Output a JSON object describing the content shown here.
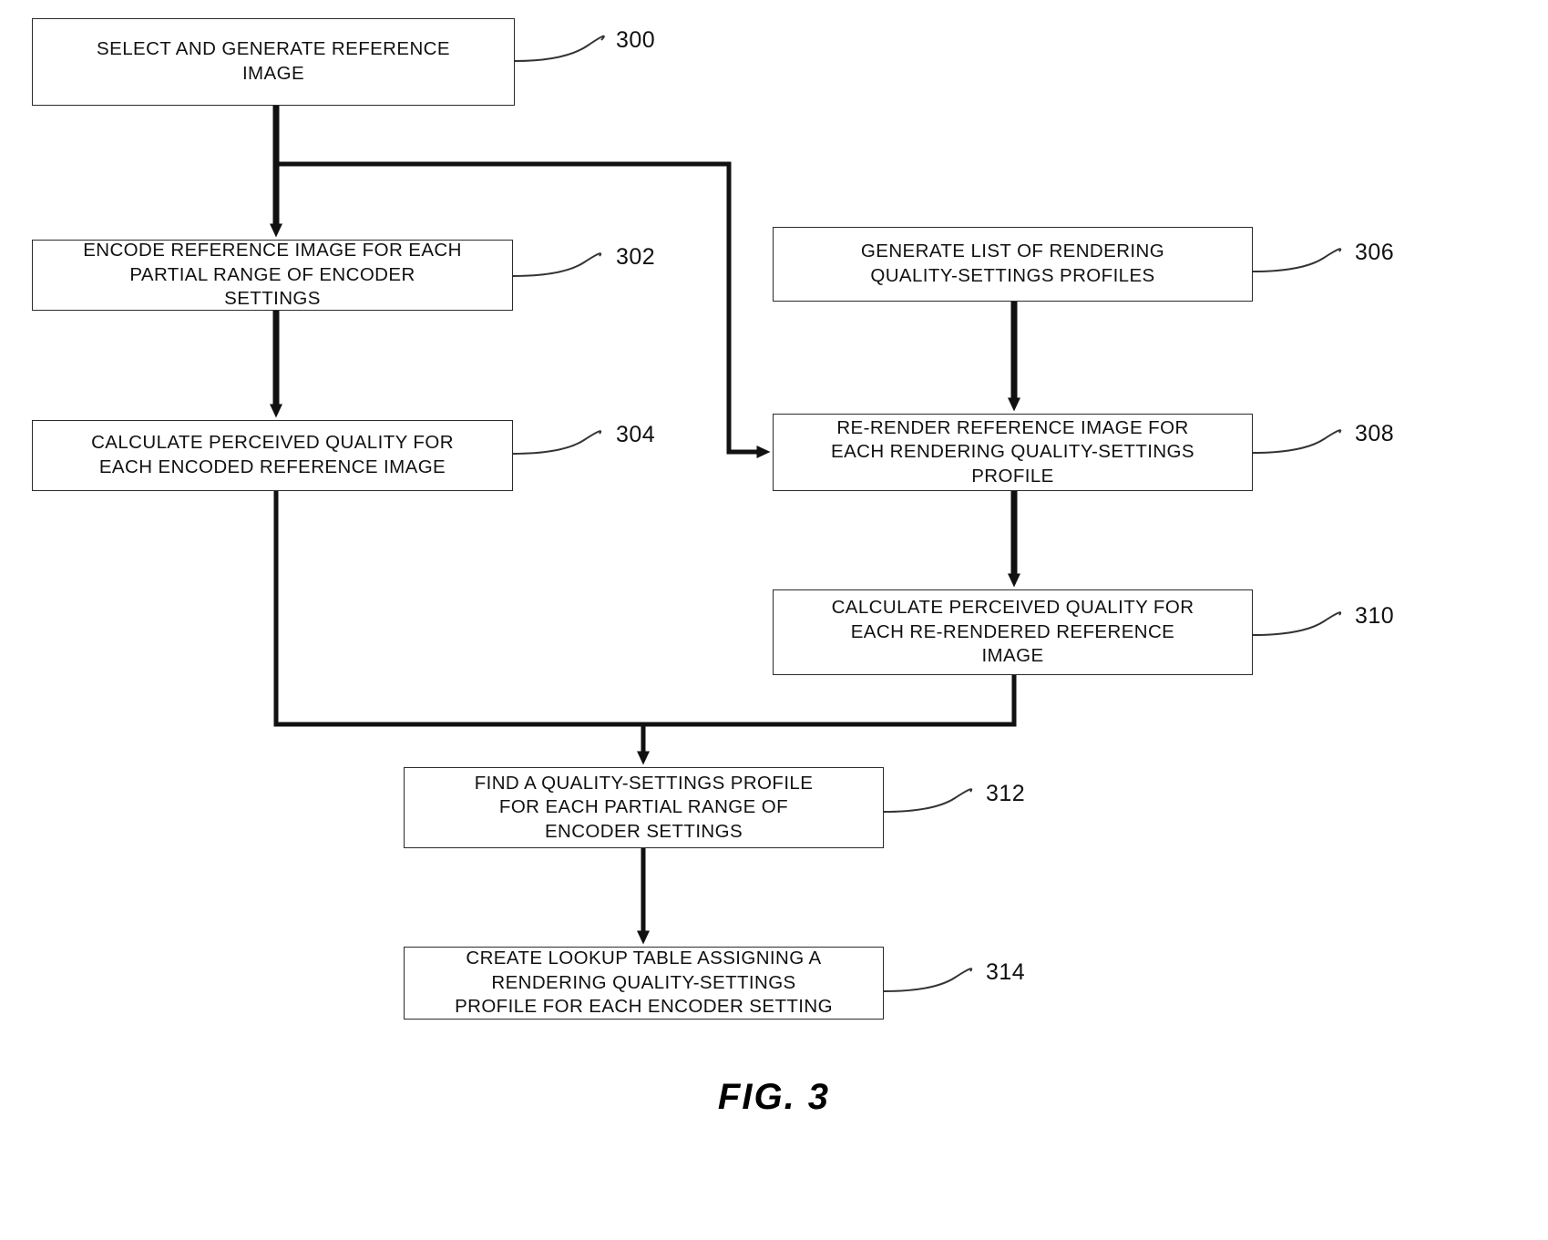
{
  "figure": {
    "caption": "FIG. 3",
    "title": "FIG. 3"
  },
  "nodes": [
    {
      "id": "300",
      "ref": "300",
      "label": "SELECT AND GENERATE REFERENCE\nIMAGE"
    },
    {
      "id": "302",
      "ref": "302",
      "label": "ENCODE REFERENCE IMAGE FOR EACH\nPARTIAL RANGE OF ENCODER\nSETTINGS"
    },
    {
      "id": "304",
      "ref": "304",
      "label": "CALCULATE PERCEIVED QUALITY FOR\nEACH ENCODED REFERENCE IMAGE"
    },
    {
      "id": "306",
      "ref": "306",
      "label": "GENERATE LIST OF RENDERING\nQUALITY-SETTINGS PROFILES"
    },
    {
      "id": "308",
      "ref": "308",
      "label": "RE-RENDER REFERENCE IMAGE FOR\nEACH RENDERING QUALITY-SETTINGS\nPROFILE"
    },
    {
      "id": "310",
      "ref": "310",
      "label": "CALCULATE PERCEIVED QUALITY FOR\nEACH RE-RENDERED REFERENCE\nIMAGE"
    },
    {
      "id": "312",
      "ref": "312",
      "label": "FIND A QUALITY-SETTINGS PROFILE\nFOR EACH PARTIAL RANGE OF\nENCODER SETTINGS"
    },
    {
      "id": "314",
      "ref": "314",
      "label": "CREATE LOOKUP TABLE ASSIGNING A\nRENDERING QUALITY-SETTINGS\nPROFILE FOR EACH ENCODER SETTING"
    }
  ],
  "connectors": [
    {
      "name": "flow-300-to-302",
      "from": "300",
      "to": "302"
    },
    {
      "name": "flow-300-branch-to-308",
      "from": "300",
      "to": "308"
    },
    {
      "name": "flow-302-to-304",
      "from": "302",
      "to": "304"
    },
    {
      "name": "flow-306-to-308",
      "from": "306",
      "to": "308"
    },
    {
      "name": "flow-308-to-310",
      "from": "308",
      "to": "310"
    },
    {
      "name": "flow-304-to-312",
      "from": "304",
      "to": "312"
    },
    {
      "name": "flow-310-to-312",
      "from": "310",
      "to": "312"
    },
    {
      "name": "flow-312-to-314",
      "from": "312",
      "to": "314"
    }
  ],
  "colors": {
    "line": "#1a1a1a",
    "box_border": "#2b2b2b",
    "text": "#111111",
    "background": "#ffffff"
  }
}
